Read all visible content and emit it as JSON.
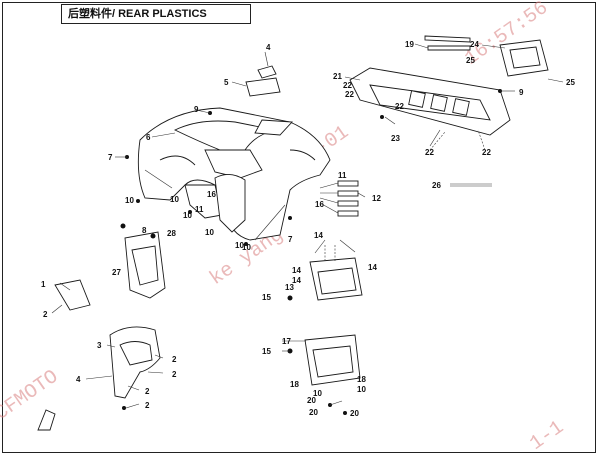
{
  "title": {
    "text": "后塑料件/ REAR PLASTICS"
  },
  "watermark": {
    "color": "#d98080",
    "segments": [
      "CFMOTO",
      "ke yang",
      "-01",
      "16:57:56",
      "1-1"
    ]
  },
  "callouts": {
    "c1": "1",
    "c2a": "2",
    "c2b": "2",
    "c2c": "2",
    "c2d": "2",
    "c2e": "2",
    "c3": "3",
    "c4a": "4",
    "c4b": "4",
    "c5": "5",
    "c6": "6",
    "c7a": "7",
    "c7b": "7",
    "c8": "8",
    "c9a": "9",
    "c9b": "9",
    "c10a": "10",
    "c10b": "10",
    "c10c": "10",
    "c10d": "10",
    "c10e": "10",
    "c10f": "10",
    "c10g": "10",
    "c10h": "10",
    "c11a": "11",
    "c11b": "11",
    "c12": "12",
    "c13": "13",
    "c14a": "14",
    "c14b": "14",
    "c14c": "14",
    "c14d": "14",
    "c15a": "15",
    "c15b": "15",
    "c16a": "16",
    "c16b": "16",
    "c17": "17",
    "c18a": "18",
    "c18b": "18",
    "c19": "19",
    "c20a": "20",
    "c20b": "20",
    "c20c": "20",
    "c21": "21",
    "c22a": "22",
    "c22b": "22",
    "c22c": "22",
    "c22d": "22",
    "c22e": "22",
    "c23": "23",
    "c24": "24",
    "c25a": "25",
    "c25b": "25",
    "c26": "26",
    "c27": "27",
    "c28": "28"
  }
}
